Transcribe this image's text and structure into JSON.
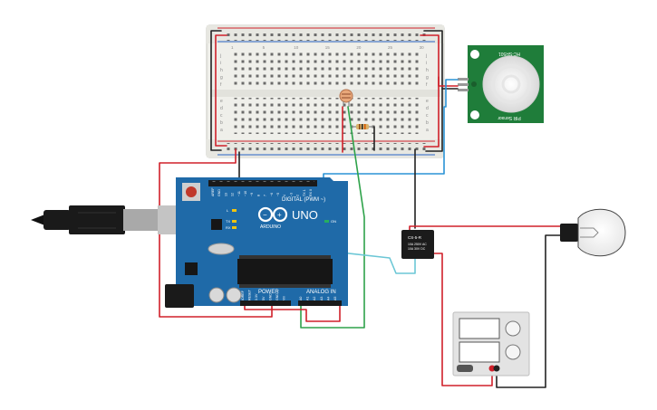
{
  "colors": {
    "background": "#ffffff",
    "breadboard": "#f0f0ec",
    "breadboard_rail": "#e4e4de",
    "arduino": "#1f6aa8",
    "arduino_dark": "#17507f",
    "pir": "#1f7d3a",
    "relay": "#1b1b1b",
    "supply": "#e3e3e3",
    "wire_red": "#d0202a",
    "wire_black": "#222222",
    "wire_green": "#2ea24a",
    "wire_blue": "#2a93d5",
    "wire_teal": "#6cc7d6"
  },
  "icons": {
    "usb_cable": "usb-plug-icon",
    "bulb": "light-bulb-icon",
    "photoresistor": "photoresistor-icon",
    "resistor": "resistor-icon"
  },
  "arduino": {
    "logo_text": "UNO",
    "brand": "ARDUINO",
    "digital_label": "DIGITAL (PWM ~)",
    "power_label": "POWER",
    "analog_label": "ANALOG IN",
    "tx_label": "TX",
    "rx_label": "RX",
    "l_label": "L",
    "on_label": "ON",
    "digital_pins": [
      "AREF",
      "GND",
      "13",
      "12",
      "~11",
      "~10",
      "~9",
      "8",
      "7",
      "~6",
      "~5",
      "4",
      "~3",
      "2",
      "TX 1",
      "RX 0"
    ],
    "power_pins": [
      "IOREF",
      "RESET",
      "3.3V",
      "5V",
      "GND",
      "GND",
      "Vin"
    ],
    "analog_pins": [
      "A0",
      "A1",
      "A2",
      "A3",
      "A4",
      "A5"
    ]
  },
  "relay": {
    "label": "CS-5-R",
    "line2": "10A 250V AC",
    "line3": "10A 30V DC"
  },
  "pir": {
    "label_top": "HC-SR501",
    "label_bottom": "PIR Sensor"
  },
  "breadboard": {
    "top_numbers": [
      "1",
      "5",
      "10",
      "15",
      "20",
      "25",
      "30"
    ],
    "rows_left": [
      "j",
      "i",
      "h",
      "g",
      "f",
      "e",
      "d",
      "c",
      "b",
      "a"
    ]
  }
}
